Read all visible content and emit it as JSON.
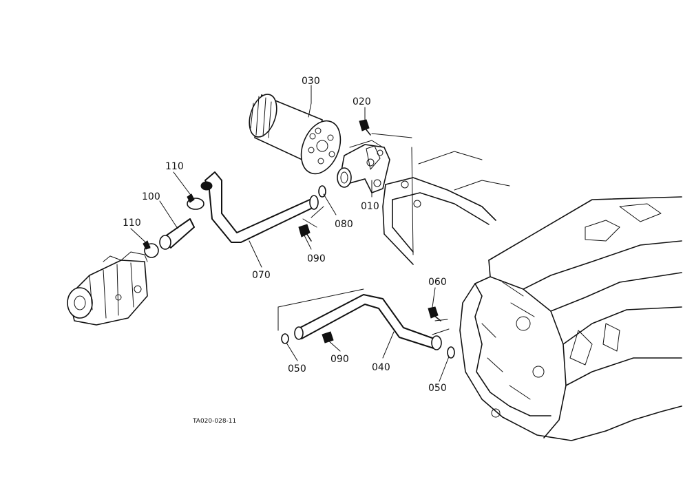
{
  "diagram": {
    "figure_code": "TA020-028-11",
    "labels": {
      "p010": "010",
      "p020": "020",
      "p030": "030",
      "p040": "040",
      "p050a": "050",
      "p050b": "050",
      "p060": "060",
      "p070": "070",
      "p080": "080",
      "p090a": "090",
      "p090b": "090",
      "p100": "100",
      "p110a": "110",
      "p110b": "110"
    },
    "icons": {
      "oil_filter": "oil-filter-icon",
      "filter_bracket": "filter-bracket-icon",
      "pump": "hydraulic-pump-icon",
      "transmission": "transmission-housing-icon"
    },
    "line_color": "#111111",
    "background_color": "#ffffff"
  }
}
